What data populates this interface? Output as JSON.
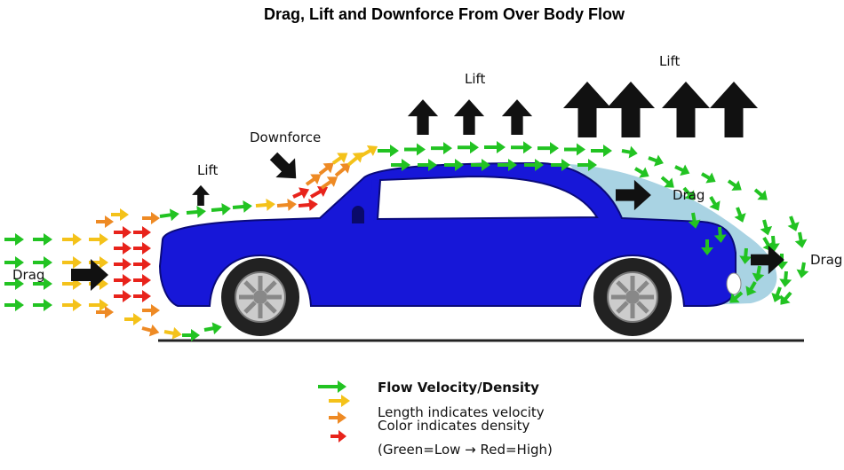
{
  "title": "Drag, Lift and Downforce From Over Body Flow",
  "labels": {
    "drag_front": "Drag",
    "drag_roof": "Drag",
    "drag_rear": "Drag",
    "lift_hood": "Lift",
    "lift_roof_small": "Lift",
    "lift_roof_large": "Lift",
    "downforce": "Downforce"
  },
  "legend": {
    "heading": "Flow Velocity/Density",
    "line_velocity": "Length indicates velocity",
    "line_density": "Color indicates density",
    "line_scale": "(Green=Low → Red=High)"
  },
  "colors": {
    "low": "#22c322",
    "mid_low": "#f4c21a",
    "mid_high": "#ee8a24",
    "high": "#e8231b",
    "car_body": "#1717d8",
    "car_glass": "#a9d3e3",
    "wheel": "#222222",
    "rim": "#cccccc"
  },
  "icons": [
    "flow-arrow-icon",
    "force-arrow-icon",
    "wheel-icon"
  ]
}
